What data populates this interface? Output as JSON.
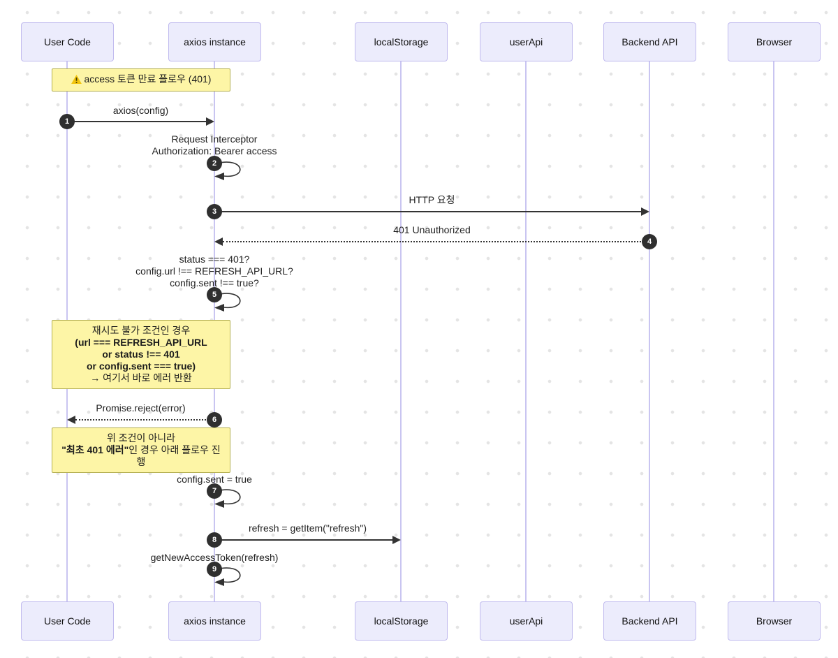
{
  "diagram": {
    "participants": [
      {
        "name": "User Code"
      },
      {
        "name": "axios instance"
      },
      {
        "name": "localStorage"
      },
      {
        "name": "userApi"
      },
      {
        "name": "Backend API"
      },
      {
        "name": "Browser"
      }
    ],
    "notes": [
      {
        "icon": "warning-icon",
        "text": "access 토큰 만료 플로우 (401)"
      },
      {
        "lines": [
          "재시도 불가 조건인 경우",
          "(url === REFRESH_API_URL",
          "or status !== 401",
          "or config.sent === true)",
          "→ 여기서 바로 에러 반환"
        ]
      },
      {
        "line1": "위 조건이 아니라",
        "line2_bold": "\"최초 401 에러\"",
        "line2_rest": "인 경우 아래 플로우 진행"
      }
    ],
    "messages": [
      {
        "num": "1",
        "label": "axios(config)",
        "from": "User Code",
        "to": "axios instance",
        "style": "solid"
      },
      {
        "num": "2",
        "lines": [
          "Request Interceptor",
          "Authorization: Bearer access"
        ],
        "from": "axios instance",
        "to": "axios instance",
        "style": "self"
      },
      {
        "num": "3",
        "label": "HTTP 요청",
        "from": "axios instance",
        "to": "Backend API",
        "style": "solid"
      },
      {
        "num": "4",
        "label": "401 Unauthorized",
        "from": "Backend API",
        "to": "axios instance",
        "style": "dashed"
      },
      {
        "num": "5",
        "lines": [
          "status === 401?",
          "config.url !== REFRESH_API_URL?",
          "config.sent !== true?"
        ],
        "from": "axios instance",
        "to": "axios instance",
        "style": "self"
      },
      {
        "num": "6",
        "label": "Promise.reject(error)",
        "from": "axios instance",
        "to": "User Code",
        "style": "dashed"
      },
      {
        "num": "7",
        "label": "config.sent = true",
        "from": "axios instance",
        "to": "axios instance",
        "style": "self"
      },
      {
        "num": "8",
        "label": "refresh = getItem(\"refresh\")",
        "from": "axios instance",
        "to": "localStorage",
        "style": "solid"
      },
      {
        "num": "9",
        "label": "getNewAccessToken(refresh)",
        "from": "axios instance",
        "to": "axios instance",
        "style": "self"
      }
    ],
    "colors": {
      "actor_fill": "#ececfc",
      "actor_border": "#c0baee",
      "lifeline": "#c9c5f1",
      "note_fill": "#fdf5a6",
      "note_border": "#b3af52",
      "arrow": "#333333",
      "badge_fill": "#2f2f2f",
      "warning_yellow": "#f2c40d"
    }
  }
}
